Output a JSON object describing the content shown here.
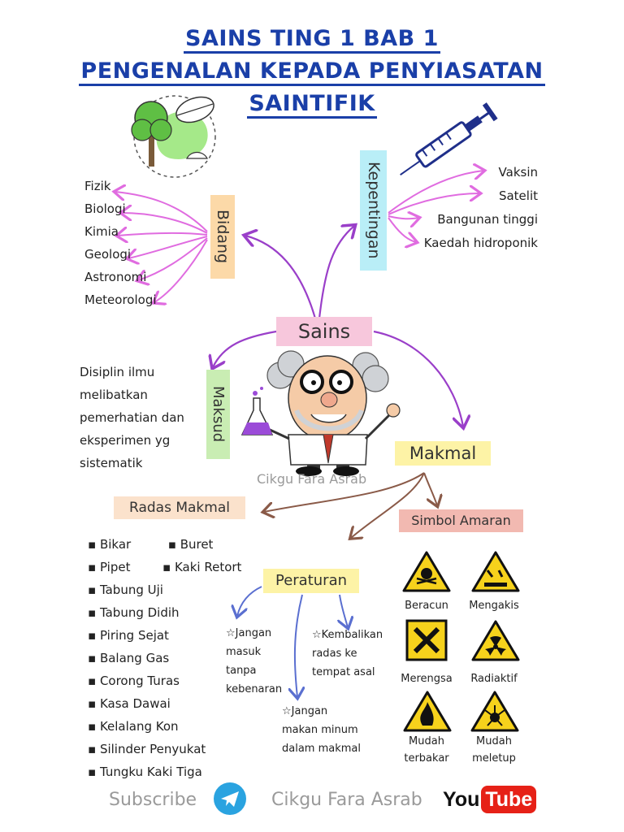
{
  "title": {
    "line1": "SAINS TING 1 BAB 1",
    "line2": "PENGENALAN KEPADA PENYIASATAN",
    "line3": "SAINTIFIK"
  },
  "center": {
    "label": "Sains"
  },
  "bidang": {
    "label": "Bidang",
    "items": [
      "Fizik",
      "Biologi",
      "Kimia",
      "Geologi",
      "Astronomi",
      "Meteorologi"
    ]
  },
  "kepentingan": {
    "label": "Kepentingan",
    "items": [
      "Vaksin",
      "Satelit",
      "Bangunan tinggi",
      "Kaedah hidroponik"
    ]
  },
  "maksud": {
    "label": "Maksud",
    "lines": [
      "Disiplin ilmu",
      "melibatkan",
      "pemerhatian dan",
      "eksperimen yg",
      "sistematik"
    ]
  },
  "makmal": {
    "label": "Makmal"
  },
  "watermark": "Cikgu Fara Asrab",
  "radas": {
    "label": "Radas Makmal",
    "row1": [
      "Bikar",
      "Buret"
    ],
    "row2": [
      "Pipet",
      "Kaki Retort"
    ],
    "items": [
      "Tabung Uji",
      "Tabung Didih",
      "Piring Sejat",
      "Balang Gas",
      "Corong Turas",
      "Kasa Dawai",
      "Kelalang Kon",
      "Silinder Penyukat",
      "Tungku Kaki Tiga"
    ]
  },
  "peraturan": {
    "label": "Peraturan",
    "rule1": [
      "☆Jangan",
      "masuk",
      "tanpa",
      "kebenaran"
    ],
    "rule2": [
      "☆Kembalikan",
      "radas ke",
      "tempat asal"
    ],
    "rule3": [
      "☆Jangan",
      "makan minum",
      "dalam makmal"
    ]
  },
  "simbol": {
    "label": "Simbol Amaran",
    "signs": [
      {
        "name": "Beracun"
      },
      {
        "name": "Mengakis"
      },
      {
        "name": "Merengsa"
      },
      {
        "name": "Radiaktif"
      },
      {
        "name": "Mudah terbakar",
        "l1": "Mudah",
        "l2": "terbakar"
      },
      {
        "name": "Mudah meletup",
        "l1": "Mudah",
        "l2": "meletup"
      }
    ]
  },
  "footer": {
    "subscribe": "Subscribe",
    "channel": "Cikgu Fara Asrab",
    "yt_you": "You",
    "yt_tube": "Tube"
  },
  "colors": {
    "title": "#1a3fa8",
    "arrow_pink": "#e06ce0",
    "arrow_purple": "#9a3fc9",
    "arrow_brown": "#8a5a48",
    "arrow_blue": "#5a6fd0",
    "hl_pink": "#f7c7dc",
    "hl_orange": "#fcd9a8",
    "hl_green": "#c9edb3",
    "hl_blue": "#b9eef7",
    "hl_yellow": "#fdf3a6",
    "hl_salmon": "#f2b9b1",
    "hl_peach": "#fbe2cc",
    "warn_yellow": "#f6d21c"
  }
}
